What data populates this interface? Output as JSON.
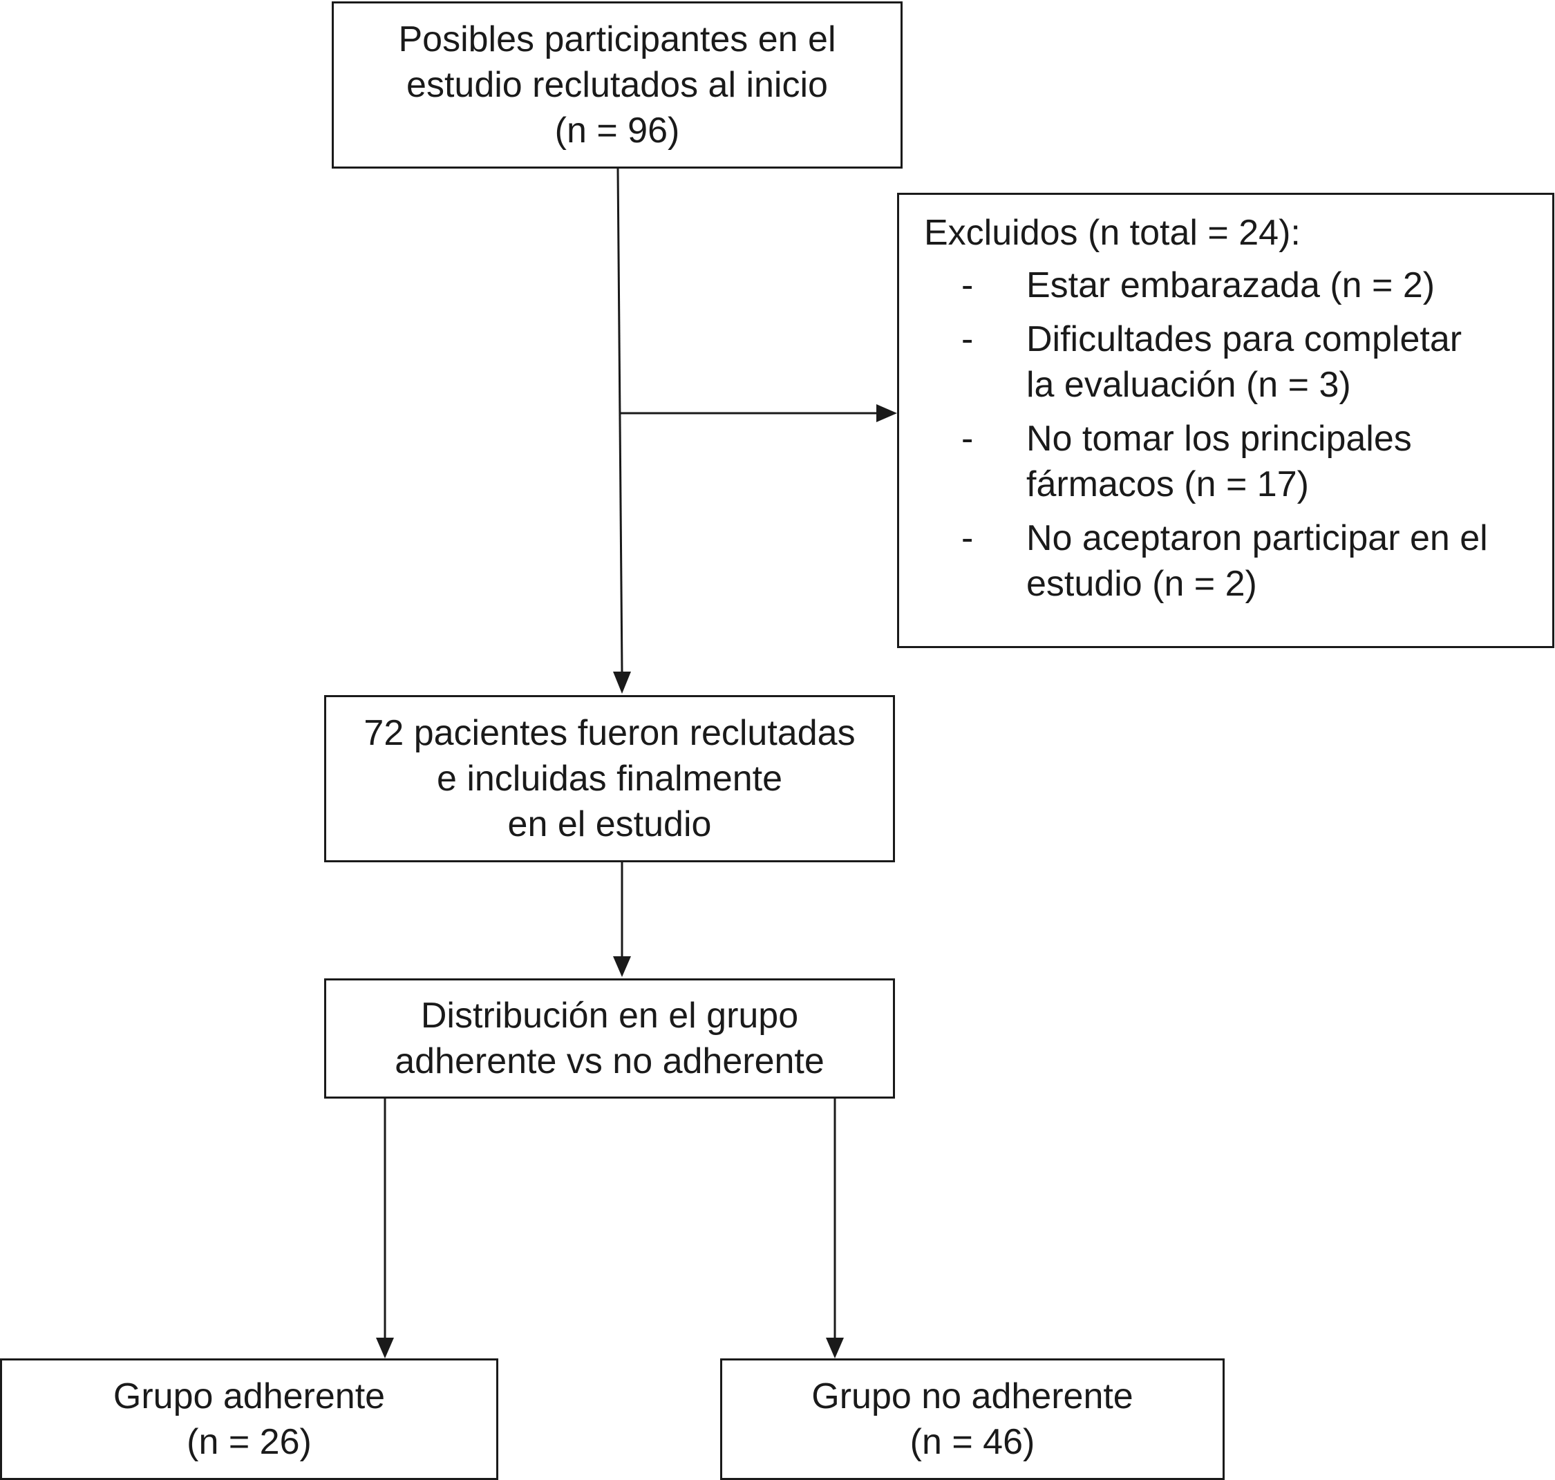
{
  "start_box": {
    "lines": [
      "Posibles participantes en el",
      "estudio reclutados al inicio",
      "(n = 96)"
    ]
  },
  "excluded_box": {
    "title": "Excluidos (n total = 24):",
    "bullet": "-",
    "items": [
      {
        "lines": [
          "Estar embarazada (n = 2)"
        ]
      },
      {
        "lines": [
          "Dificultades para completar",
          "la evaluación (n = 3)"
        ]
      },
      {
        "lines": [
          "No tomar los principales",
          "fármacos (n = 17)"
        ]
      },
      {
        "lines": [
          "No aceptaron participar en el",
          "estudio (n = 2)"
        ]
      }
    ]
  },
  "included_box": {
    "lines": [
      "72 pacientes fueron reclutadas",
      "e incluidas finalmente",
      "en el estudio"
    ]
  },
  "distribution_box": {
    "lines": [
      "Distribución en el grupo",
      "adherente vs no adherente"
    ]
  },
  "adherent_box": {
    "lines": [
      "Grupo adherente",
      "(n = 26)"
    ]
  },
  "non_adherent_box": {
    "lines": [
      "Grupo no adherente",
      "(n = 46)"
    ]
  },
  "colors": {
    "line": "#1a1a1a",
    "background": "#ffffff"
  }
}
